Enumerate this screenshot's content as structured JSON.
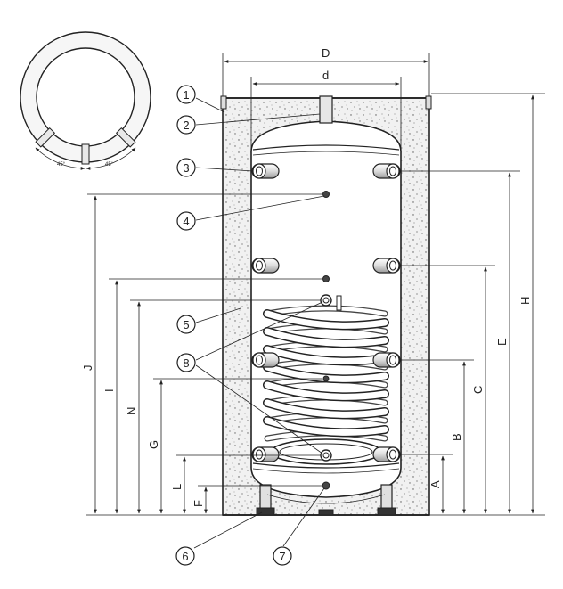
{
  "dimensions": {
    "D": "D",
    "d": "d",
    "H": "H",
    "E": "E",
    "C": "C",
    "B": "B",
    "A": "A",
    "J": "J",
    "I": "I",
    "N": "N",
    "G": "G",
    "L": "L",
    "F": "F"
  },
  "callouts": [
    "1",
    "2",
    "3",
    "4",
    "5",
    "6",
    "7",
    "8"
  ],
  "top_view": {
    "angle_left": "45°",
    "angle_right": "45°"
  }
}
